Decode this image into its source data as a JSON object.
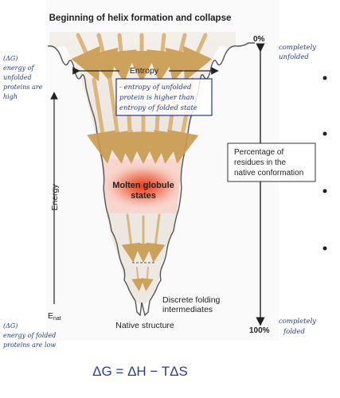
{
  "diagram": {
    "title": "Beginning of helix formation and collapse",
    "entropy_label": "Entropy",
    "energy_label": "Energy",
    "e_nat_label": "E",
    "e_nat_sub": "nat",
    "molten_label_1": "Molten globule",
    "molten_label_2": "states",
    "discrete_label_1": "Discrete folding",
    "discrete_label_2": "intermediates",
    "native_label": "Native structure",
    "pct_top": "0%",
    "pct_bottom": "100%",
    "percentage_box": [
      "Percentage of",
      "residues in the",
      "native conformation"
    ]
  },
  "annotations": {
    "entropy_note": [
      "- entropy of unfolded",
      "protein is higher than",
      "entropy of folded state"
    ],
    "left_top_note": [
      "(ΔG)",
      "energy of",
      "unfolded",
      "proteins are",
      "high"
    ],
    "left_bottom_note": [
      "(ΔG)",
      "energy of folded",
      "proteins are low"
    ],
    "right_top_note": [
      "completely",
      "unfolded"
    ],
    "right_bottom_note": [
      "completely",
      "folded"
    ]
  },
  "formula": "ΔG = ΔH − TΔS",
  "colors": {
    "funnel_band": "#ece7e0",
    "molten_band": "#f7d9d4",
    "molten_core": "#e63b1f",
    "arrow": "#d9b173",
    "ink": "#1f3a93"
  }
}
